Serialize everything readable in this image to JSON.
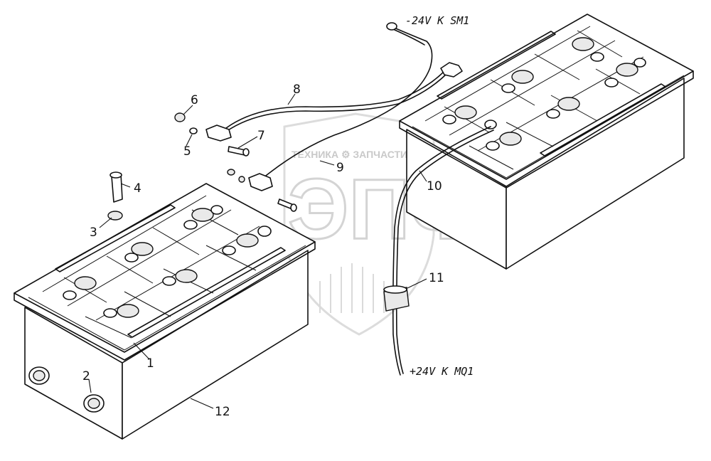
{
  "watermark": {
    "brand_line": "ТЕХНИКА ⚙ ЗАПЧАСТИ",
    "logo_letters": "ЭПФ"
  },
  "cable_labels": {
    "negative": "-24V  K SM1",
    "positive": "+24V  K MQ1"
  },
  "callouts": [
    "1",
    "2",
    "3",
    "4",
    "5",
    "6",
    "7",
    "8",
    "9",
    "10",
    "11",
    "12"
  ]
}
